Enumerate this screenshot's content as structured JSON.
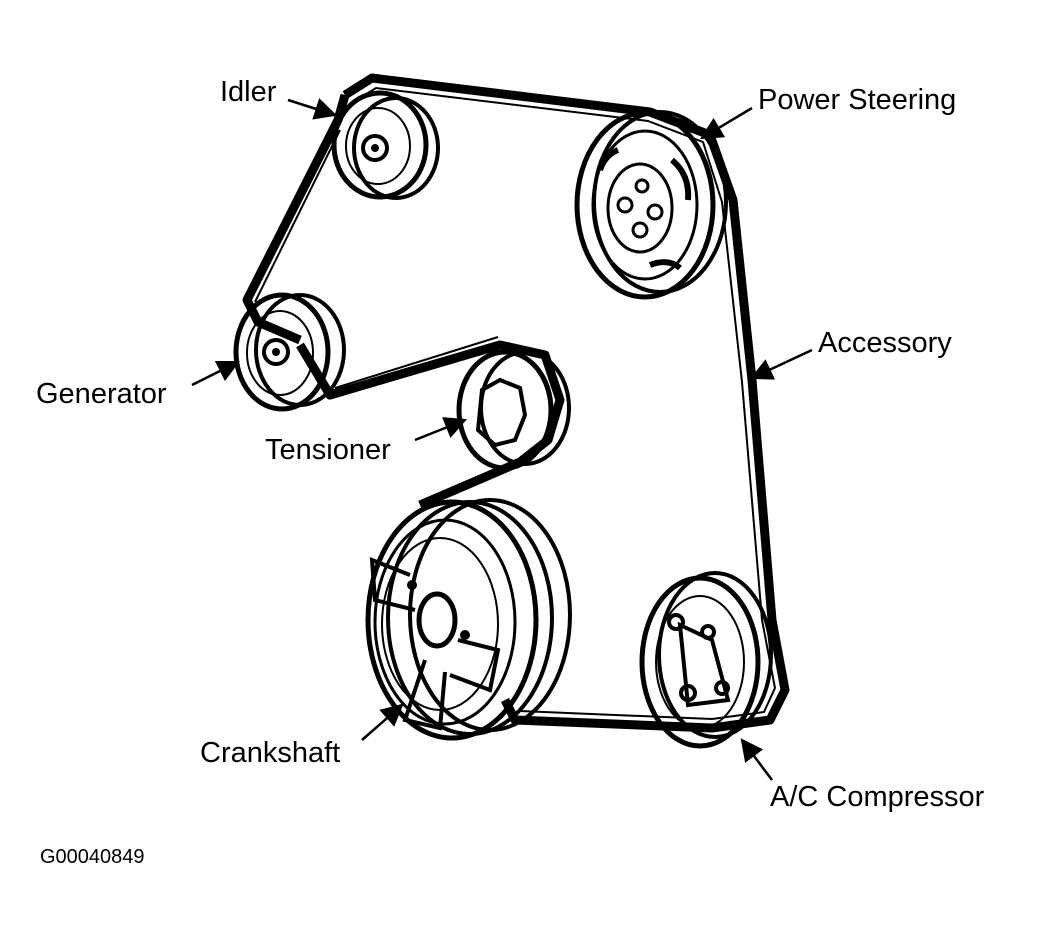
{
  "labels": {
    "idler": "Idler",
    "power_steering": "Power Steering",
    "accessory": "Accessory",
    "generator": "Generator",
    "tensioner": "Tensioner",
    "crankshaft": "Crankshaft",
    "ac_compressor": "A/C Compressor"
  },
  "figure_id": "G00040849",
  "colors": {
    "ink": "#000000",
    "background": "#ffffff"
  }
}
